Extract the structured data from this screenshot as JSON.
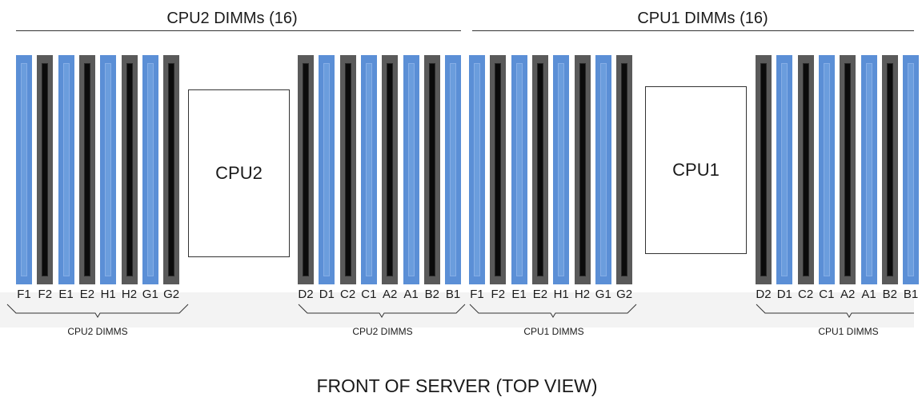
{
  "headers": {
    "cpu2_title": "CPU2 DIMMs (16)",
    "cpu1_title": "CPU1 DIMMs (16)"
  },
  "cpus": {
    "cpu2": "CPU2",
    "cpu1": "CPU1"
  },
  "banks": [
    {
      "labels": [
        "F1",
        "F2",
        "E1",
        "E2",
        "H1",
        "H2",
        "G1",
        "G2"
      ],
      "colors": [
        "blue",
        "gray",
        "blue",
        "gray",
        "blue",
        "gray",
        "blue",
        "gray"
      ]
    },
    {
      "labels": [
        "D2",
        "D1",
        "C2",
        "C1",
        "A2",
        "A1",
        "B2",
        "B1"
      ],
      "colors": [
        "gray",
        "blue",
        "gray",
        "blue",
        "gray",
        "blue",
        "gray",
        "blue"
      ]
    },
    {
      "labels": [
        "F1",
        "F2",
        "E1",
        "E2",
        "H1",
        "H2",
        "G1",
        "G2"
      ],
      "colors": [
        "blue",
        "gray",
        "blue",
        "gray",
        "blue",
        "gray",
        "blue",
        "gray"
      ]
    },
    {
      "labels": [
        "D2",
        "D1",
        "C2",
        "C1",
        "A2",
        "A1",
        "B2",
        "B1"
      ],
      "colors": [
        "gray",
        "blue",
        "gray",
        "blue",
        "gray",
        "blue",
        "gray",
        "blue"
      ]
    }
  ],
  "groups": {
    "g1": "CPU2 DIMMS",
    "g2": "CPU2 DIMMS",
    "g3": "CPU1 DIMMS",
    "g4": "CPU1 DIMMS"
  },
  "footer": "FRONT OF SERVER (TOP VIEW)",
  "colors": {
    "dimm_blue": "#5b8fd6",
    "dimm_gray": "#5a5a5a",
    "dimm_black": "#0b0b0b"
  }
}
